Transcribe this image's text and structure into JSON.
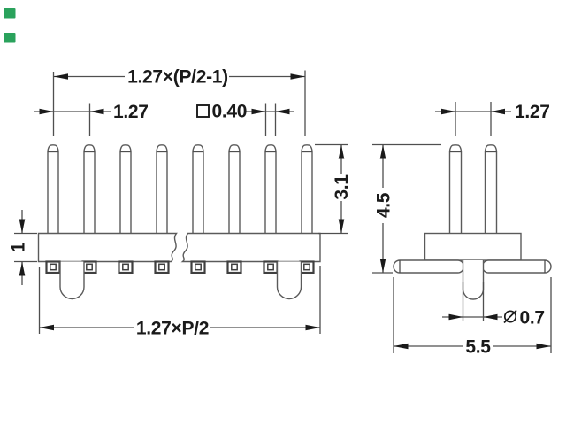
{
  "canvas": {
    "background": "#ffffff",
    "line_color": "#4f4f4f",
    "text_color": "#1a1a1a",
    "marker_color": "#2aa25c"
  },
  "markers": {
    "count": 2,
    "color": "#2aa25c"
  },
  "front_view": {
    "pins_visible": 8,
    "pads_visible": 8,
    "pegs_visible": 2,
    "labels": {
      "row_span": "1.27×(P/2-1)",
      "pitch": "1.27",
      "pin_size": "0.40",
      "pin_height": "3.1",
      "body_thickness": "1",
      "body_span": "1.27×P/2"
    }
  },
  "side_view": {
    "pins_visible": 2,
    "labels": {
      "pitch": "1.27",
      "overall_height": "4.5",
      "tail_diameter": "0.7",
      "flange_width": "5.5"
    }
  }
}
